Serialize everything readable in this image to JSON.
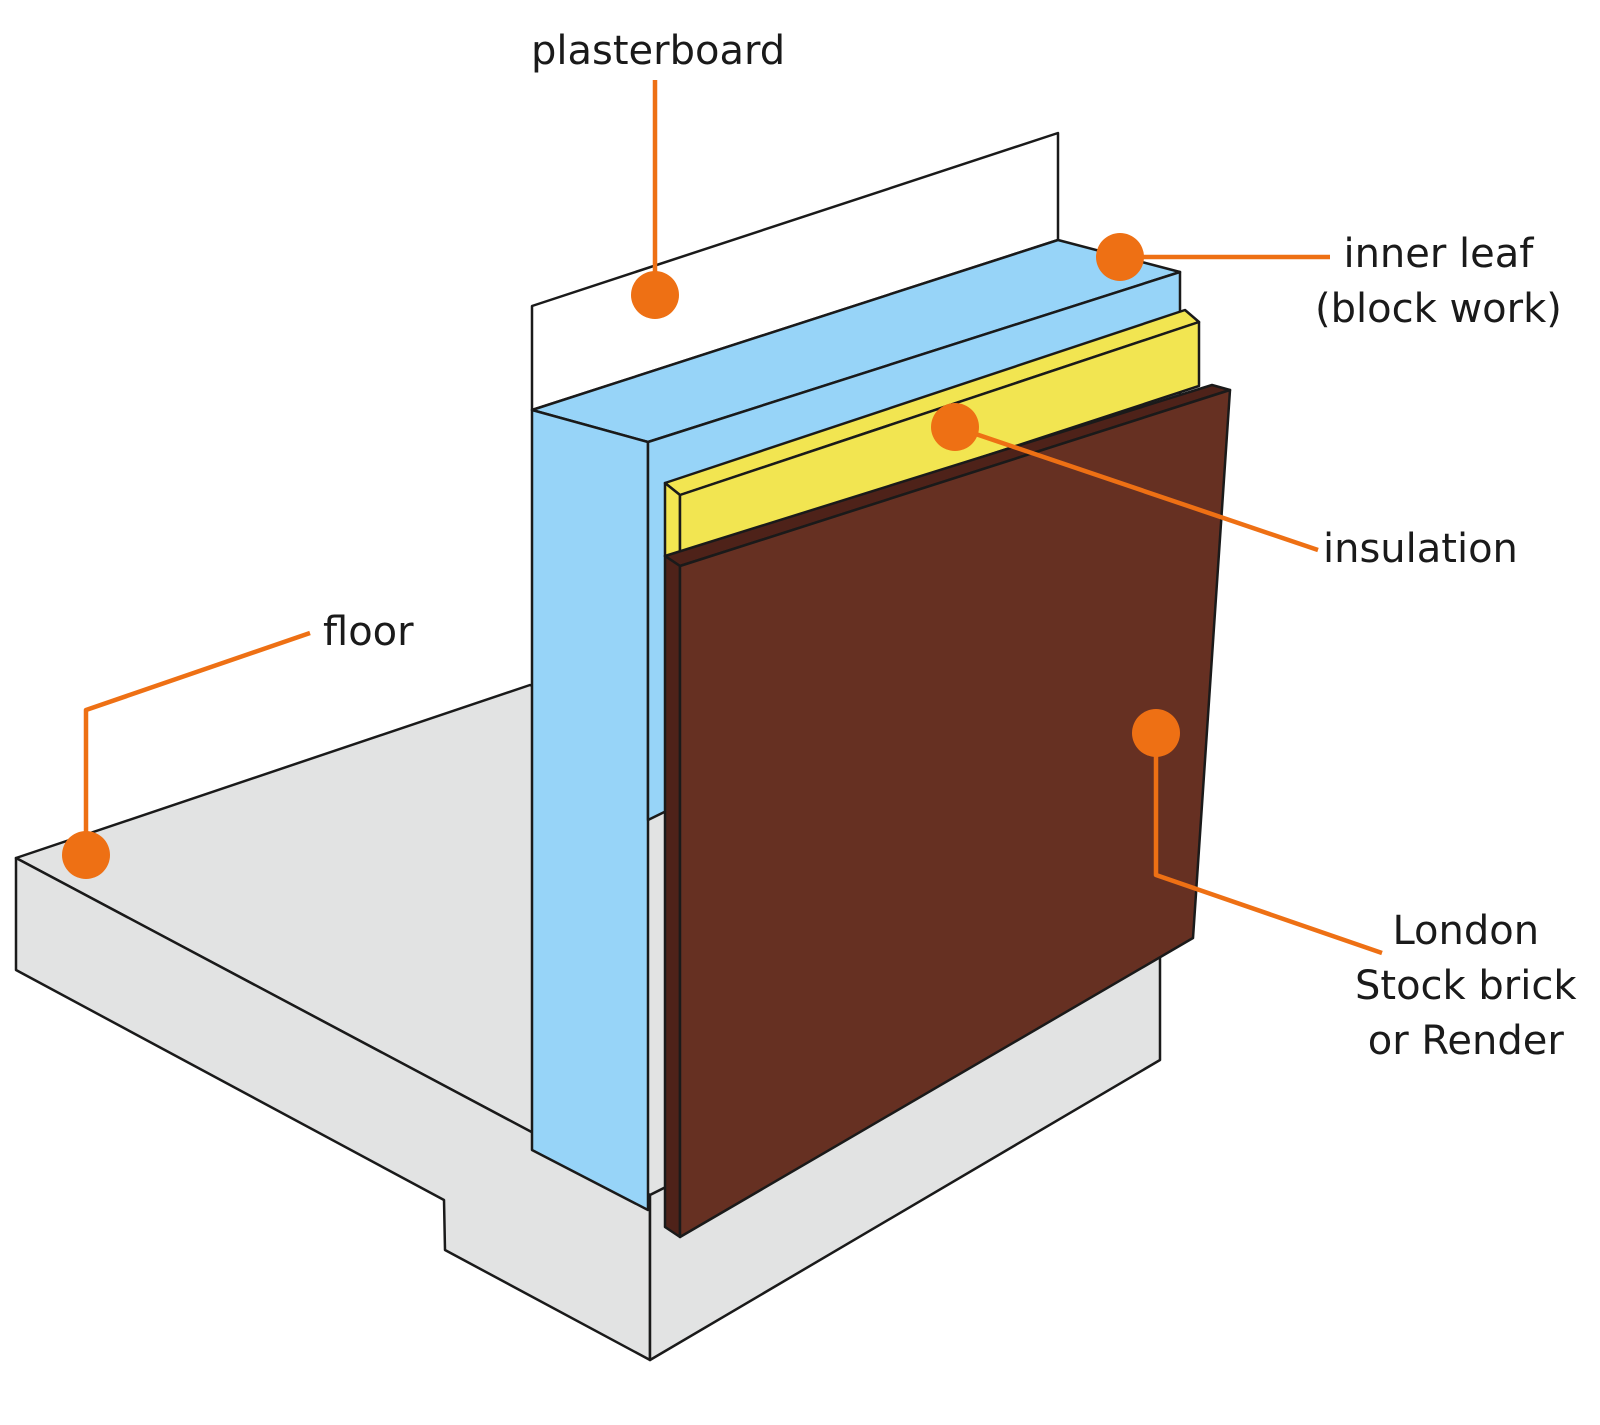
{
  "labels": {
    "plasterboard": "plasterboard",
    "inner_leaf": [
      "inner leaf",
      "(block work)"
    ],
    "insulation": "insulation",
    "floor": "floor",
    "brick": [
      "London",
      "Stock brick",
      "or Render"
    ]
  },
  "colors": {
    "leader": "#EE7014",
    "outline": "#1a1a1a",
    "plasterboard": "#ffffff",
    "inner_leaf": "#97D4F8",
    "insulation": "#F2E551",
    "brick": "#663022",
    "brick_edge": "#4E2219",
    "floor": "#E2E3E3"
  }
}
